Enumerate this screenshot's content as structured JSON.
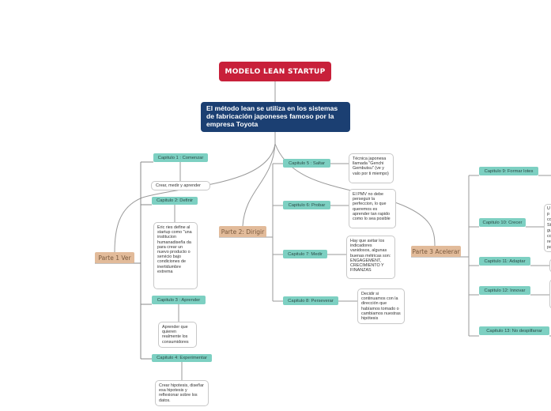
{
  "root": {
    "title": "MODELO LEAN STARTUP",
    "color": "#c8203a"
  },
  "central": {
    "text": "El método lean se utiliza en los sistemas de fabricación japoneses famoso por la empresa Toyota",
    "color": "#1b3f72"
  },
  "parts": [
    {
      "label": "Parte 1 Ver",
      "chapters": [
        {
          "label": "Capitulo 1 : Comenzar",
          "note": "Crear, medir y aprender"
        },
        {
          "label": "Capitulo 2: Definir",
          "note": "Eric ries define al startup como \"una institucion humanadiseña da para crear un nuevo producto o servicio bajo condiciones de inertidumbre extrema"
        },
        {
          "label": "Capitulo 3 : Aprender",
          "note": "Aprender que quieren realmente los consumidores"
        },
        {
          "label": "Capitulo 4: Experimentar",
          "note": "Crear hipotesis, diseñar esa hipotesis y reflexionar sobre los datos."
        }
      ]
    },
    {
      "label": "Parte 2: Dirigir",
      "chapters": [
        {
          "label": "Capitulo 5 : Saltar",
          "note": "Técnica japonesa llamada \"Genchi Gembutsu\" (ve y valo por ti miempo)"
        },
        {
          "label": "Capitulo 6: Probar",
          "note": "El PMV no debe perseguir la perfeccion, lo que queremos es aprender tan rapido como lo sea posible"
        },
        {
          "label": "Capitulo 7: Medir",
          "note": "Hay que avitar los indicadores vanidosos, algunas buenas métricas son: ENGAGEMENT, CRECIMIENTO Y FINANZAS"
        },
        {
          "label": "Capitulo 8: Perseverar",
          "note": "Decidir si continuamos con la dirección que habíamos tomado o cambiamos nuestras hipótesis"
        }
      ]
    },
    {
      "label": "Parte 3 Acelerar",
      "chapters": [
        {
          "label": "Capitulo 9: Formar lotes"
        },
        {
          "label": "Capitulo 10: Crecer",
          "note": "U\np\nco\nSt\ngu\nco\nre\npa"
        },
        {
          "label": "Capitulo 11: Adaptar",
          "note": ""
        },
        {
          "label": "Capitulo 12: Innovar",
          "note": ""
        },
        {
          "label": "Capitulo 13: No despilfarrar"
        }
      ]
    }
  ],
  "colors": {
    "part": "#e2bb9a",
    "chapter": "#7dd0c2",
    "line": "#9a9a9a"
  }
}
